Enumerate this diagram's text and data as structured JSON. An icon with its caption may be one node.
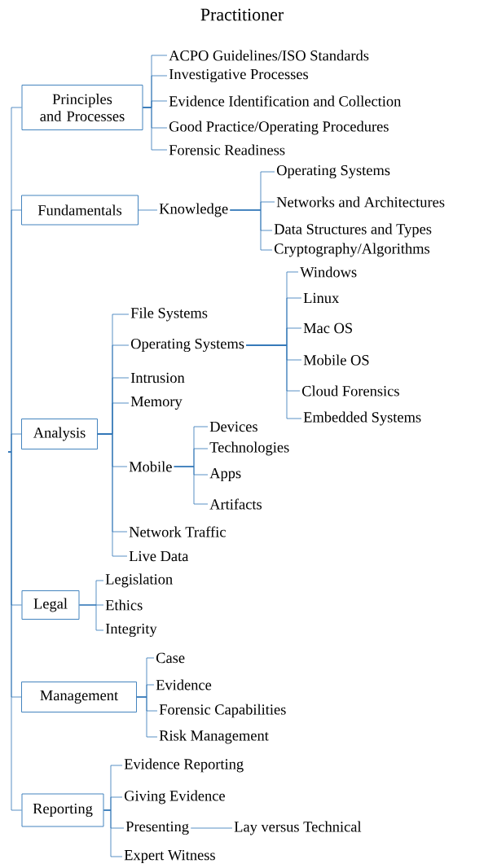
{
  "diagram": {
    "title": "Practitioner",
    "nodes": [
      {
        "text": [
          "Principles and Processes"
        ]
      },
      {
        "text": [
          "ACPO Guidelines/ISO Standards"
        ]
      },
      {
        "text": [
          "Investigative Processes"
        ]
      },
      {
        "text": [
          "Evidence Identification and Collection"
        ]
      },
      {
        "text": [
          "Good Practice/Operating Procedures"
        ]
      },
      {
        "text": [
          "Forensic Readiness"
        ]
      },
      {
        "text": [
          "Fundamentals"
        ]
      },
      {
        "text": [
          "Knowledge"
        ]
      },
      {
        "text": [
          "Operating Systems"
        ]
      },
      {
        "text": [
          "Networks and Architectures"
        ]
      },
      {
        "text": [
          "Data Structures and Types"
        ]
      },
      {
        "text": [
          "Cryptography/Algorithms"
        ]
      },
      {
        "text": [
          "Analysis"
        ]
      },
      {
        "text": [
          "File Systems"
        ]
      },
      {
        "text": [
          "Operating Systems"
        ]
      },
      {
        "text": [
          "Windows"
        ]
      },
      {
        "text": [
          "Linux"
        ]
      },
      {
        "text": [
          "Mac OS"
        ]
      },
      {
        "text": [
          "Mobile OS"
        ]
      },
      {
        "text": [
          "Cloud Forensics"
        ]
      },
      {
        "text": [
          "Embedded Systems"
        ]
      },
      {
        "text": [
          "Intrusion"
        ]
      },
      {
        "text": [
          "Memory"
        ]
      },
      {
        "text": [
          "Mobile"
        ]
      },
      {
        "text": [
          "Devices"
        ]
      },
      {
        "text": [
          "Technologies"
        ]
      },
      {
        "text": [
          "Apps"
        ]
      },
      {
        "text": [
          "Artifacts"
        ]
      },
      {
        "text": [
          "Network Traffic"
        ]
      },
      {
        "text": [
          "Live Data"
        ]
      },
      {
        "text": [
          "Legal"
        ]
      },
      {
        "text": [
          "Legislation"
        ]
      },
      {
        "text": [
          "Ethics"
        ]
      },
      {
        "text": [
          "Integrity"
        ]
      },
      {
        "text": [
          "Management"
        ]
      },
      {
        "text": [
          "Case"
        ]
      },
      {
        "text": [
          "Evidence"
        ]
      },
      {
        "text": [
          "Forensic Capabilities"
        ]
      },
      {
        "text": [
          "Risk Management"
        ]
      },
      {
        "text": [
          "Reporting"
        ]
      },
      {
        "text": [
          "Evidence Reporting"
        ]
      },
      {
        "text": [
          "Giving Evidence"
        ]
      },
      {
        "text": [
          "Presenting"
        ]
      },
      {
        "text": [
          "Lay versus Technical"
        ]
      },
      {
        "text": [
          "Expert Witness"
        ]
      }
    ],
    "edges": [
      {
        "from": null,
        "to": 0,
        "arrow": "none"
      },
      {
        "from": null,
        "to": 6,
        "arrow": "none"
      },
      {
        "from": null,
        "to": 12,
        "arrow": "none"
      },
      {
        "from": null,
        "to": 30,
        "arrow": "none"
      },
      {
        "from": null,
        "to": 34,
        "arrow": "none"
      },
      {
        "from": null,
        "to": 39,
        "arrow": "none"
      },
      {
        "from": 0,
        "to": 1,
        "arrow": "none"
      },
      {
        "from": 0,
        "to": 2,
        "arrow": "none"
      },
      {
        "from": 0,
        "to": 3,
        "arrow": "none"
      },
      {
        "from": 0,
        "to": 4,
        "arrow": "none"
      },
      {
        "from": 0,
        "to": 5,
        "arrow": "none"
      },
      {
        "from": 6,
        "to": 7,
        "arrow": "none"
      },
      {
        "from": 7,
        "to": 8,
        "arrow": "none"
      },
      {
        "from": 7,
        "to": 9,
        "arrow": "none"
      },
      {
        "from": 7,
        "to": 10,
        "arrow": "none"
      },
      {
        "from": 7,
        "to": 11,
        "arrow": "none"
      },
      {
        "from": 12,
        "to": 13,
        "arrow": "none"
      },
      {
        "from": 12,
        "to": 14,
        "arrow": "none"
      },
      {
        "from": 12,
        "to": 21,
        "arrow": "none"
      },
      {
        "from": 12,
        "to": 22,
        "arrow": "none"
      },
      {
        "from": 12,
        "to": 23,
        "arrow": "none"
      },
      {
        "from": 12,
        "to": 28,
        "arrow": "none"
      },
      {
        "from": 12,
        "to": 29,
        "arrow": "none"
      },
      {
        "from": 14,
        "to": 15,
        "arrow": "none"
      },
      {
        "from": 14,
        "to": 16,
        "arrow": "none"
      },
      {
        "from": 14,
        "to": 17,
        "arrow": "none"
      },
      {
        "from": 14,
        "to": 18,
        "arrow": "none"
      },
      {
        "from": 14,
        "to": 19,
        "arrow": "none"
      },
      {
        "from": 14,
        "to": 20,
        "arrow": "none"
      },
      {
        "from": 23,
        "to": 24,
        "arrow": "none"
      },
      {
        "from": 23,
        "to": 25,
        "arrow": "none"
      },
      {
        "from": 23,
        "to": 26,
        "arrow": "none"
      },
      {
        "from": 23,
        "to": 27,
        "arrow": "none"
      },
      {
        "from": 30,
        "to": 31,
        "arrow": "none"
      },
      {
        "from": 30,
        "to": 32,
        "arrow": "none"
      },
      {
        "from": 30,
        "to": 33,
        "arrow": "none"
      },
      {
        "from": 34,
        "to": 35,
        "arrow": "none"
      },
      {
        "from": 34,
        "to": 36,
        "arrow": "none"
      },
      {
        "from": 34,
        "to": 37,
        "arrow": "none"
      },
      {
        "from": 34,
        "to": 38,
        "arrow": "none"
      },
      {
        "from": 39,
        "to": 40,
        "arrow": "none"
      },
      {
        "from": 39,
        "to": 41,
        "arrow": "none"
      },
      {
        "from": 39,
        "to": 42,
        "arrow": "none"
      },
      {
        "from": 39,
        "to": 44,
        "arrow": "none"
      },
      {
        "from": 42,
        "to": 43,
        "arrow": "none"
      }
    ]
  }
}
